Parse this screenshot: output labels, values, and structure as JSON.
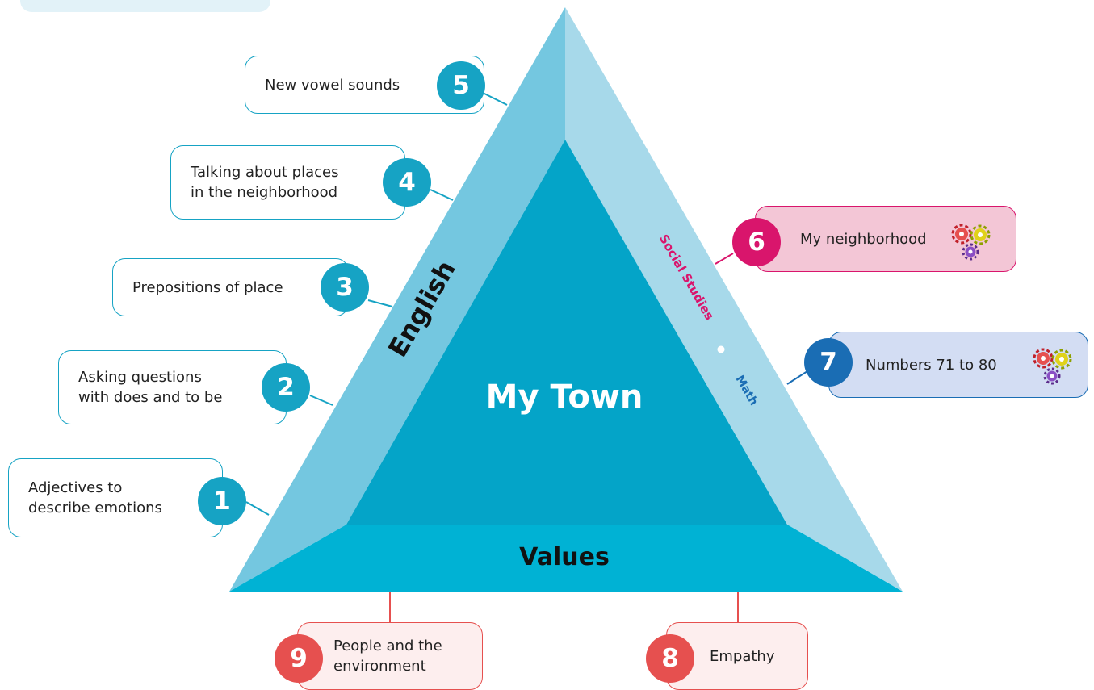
{
  "center": {
    "title": "My Town"
  },
  "sides": {
    "english": "English",
    "social_studies": "Social Studies",
    "math": "Math",
    "values": "Values"
  },
  "english_topics": [
    {
      "number": "5",
      "text": "New vowel sounds"
    },
    {
      "number": "4",
      "text": "Talking about places\nin the neighborhood"
    },
    {
      "number": "3",
      "text": "Prepositions of place"
    },
    {
      "number": "2",
      "text": "Asking questions\nwith does and to be"
    },
    {
      "number": "1",
      "text": "Adjectives to\ndescribe emotions"
    }
  ],
  "right_topics": [
    {
      "number": "6",
      "text": "My neighborhood"
    },
    {
      "number": "7",
      "text": "Numbers 71 to 80"
    }
  ],
  "values_topics": [
    {
      "number": "9",
      "text": "People and the\nenvironment"
    },
    {
      "number": "8",
      "text": "Empathy"
    }
  ],
  "colors": {
    "english_side": "#74c7e0",
    "right_side": "#a7d9ea",
    "center": "#04a4c8",
    "values_band": "#00b2d4",
    "social_studies": "#d9156c",
    "math": "#1a6db4",
    "values_accent": "#e6504f",
    "topic_teal": "#16a3c4",
    "box_pink": "#f3c6d6",
    "box_lavender": "#d3ddf3",
    "box_values": "#fdeeee"
  },
  "icons": [
    "gears-icon"
  ]
}
